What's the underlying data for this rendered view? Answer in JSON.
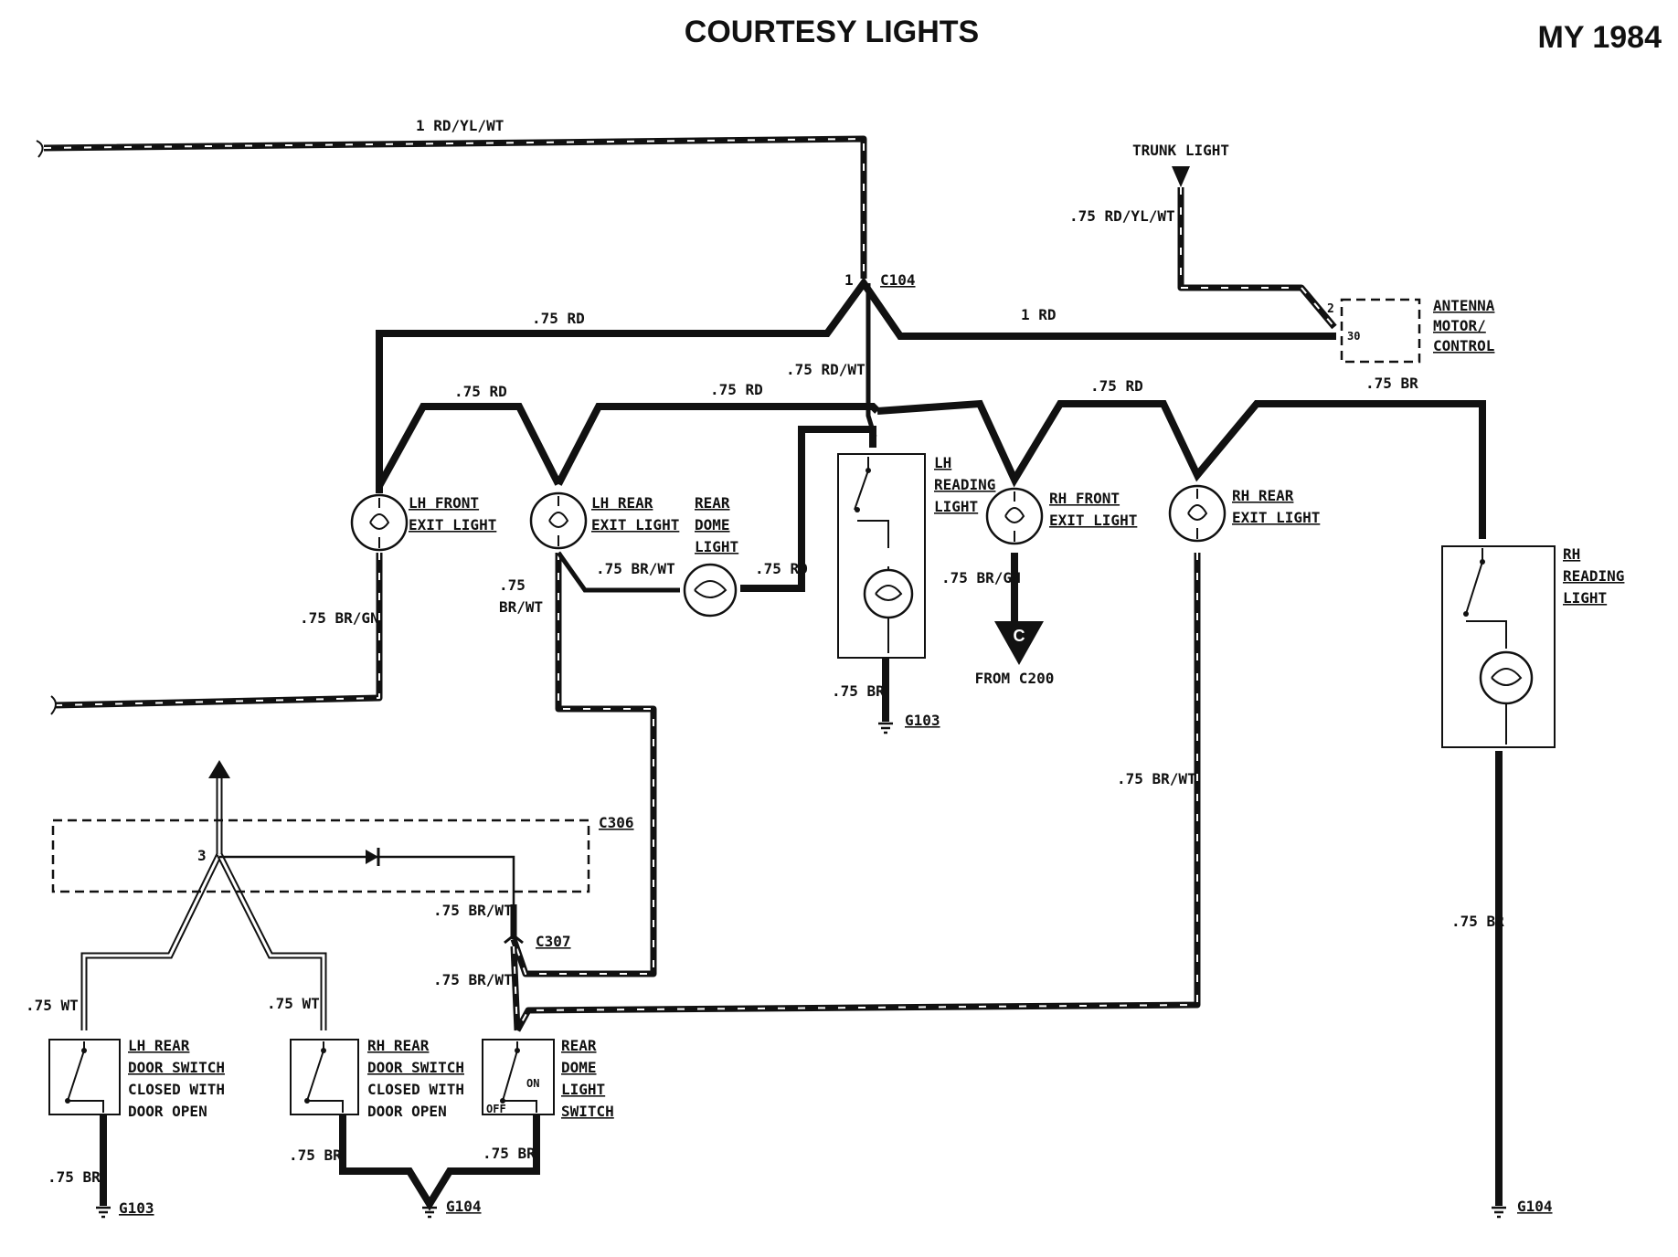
{
  "header": {
    "title": "COURTESY LIGHTS",
    "model_year": "MY 1984"
  },
  "connectors": {
    "c104": "C104",
    "c104_pin": "1",
    "c306": "C306",
    "c306_pin": "3",
    "c307": "C307",
    "antenna_pin_2": "2",
    "antenna_pin_30": "30"
  },
  "wires": {
    "top_feed": "1 RD/YL/WT",
    "lh_front_to_c104": ".75 RD",
    "c104_to_antenna": "1 RD",
    "lh_front_rear_link": ".75 RD",
    "lh_rear_to_rh_front": ".75 RD",
    "c104_to_lh_reading": ".75 RD/WT",
    "rh_front_rear_link": ".75 RD",
    "rh_reading_feed": ".75 BR",
    "trunk_feed": ".75 RD/YL/WT",
    "lh_front_ground_side": ".75 BR/GN",
    "lh_rear_ground_side_a": ".75",
    "lh_rear_ground_side_b": "BR/WT",
    "dome_left": ".75 BR/WT",
    "dome_right": ".75 RD",
    "rh_front_ground_side": ".75 BR/GN",
    "lh_reading_ground": ".75 BR",
    "rh_rear_ground_side": ".75 BR/WT",
    "rh_reading_ground": ".75 BR",
    "c307_upper": ".75 BR/WT",
    "c307_lower": ".75 BR/WT",
    "lh_door_wt": ".75 WT",
    "rh_door_wt": ".75 WT",
    "lh_door_ground": ".75 BR",
    "rh_door_ground": ".75 BR",
    "dome_switch_ground": ".75 BR"
  },
  "components": {
    "trunk_light": "TRUNK LIGHT",
    "antenna": [
      "ANTENNA",
      "MOTOR/",
      "CONTROL"
    ],
    "lh_front_exit": [
      "LH FRONT",
      "EXIT LIGHT"
    ],
    "lh_rear_exit": [
      "LH REAR",
      "EXIT LIGHT"
    ],
    "rear_dome": [
      "REAR",
      "DOME",
      "LIGHT"
    ],
    "lh_reading": [
      "LH",
      "READING",
      "LIGHT"
    ],
    "rh_front_exit": [
      "RH FRONT",
      "EXIT LIGHT"
    ],
    "rh_rear_exit": [
      "RH REAR",
      "EXIT LIGHT"
    ],
    "rh_reading": [
      "RH",
      "READING",
      "LIGHT"
    ],
    "from_c200": "FROM C200",
    "c_marker": "C",
    "lh_rear_door_switch": [
      "LH REAR",
      "DOOR SWITCH",
      "CLOSED WITH",
      "DOOR OPEN"
    ],
    "rh_rear_door_switch": [
      "RH REAR",
      "DOOR SWITCH",
      "CLOSED WITH",
      "DOOR OPEN"
    ],
    "rear_dome_switch": [
      "REAR",
      "DOME",
      "LIGHT",
      "SWITCH"
    ],
    "dome_switch_on": "ON",
    "dome_switch_off": "OFF"
  },
  "grounds": {
    "g103_upper": "G103",
    "g103_lower": "G103",
    "g104_center": "G104",
    "g104_right": "G104"
  }
}
